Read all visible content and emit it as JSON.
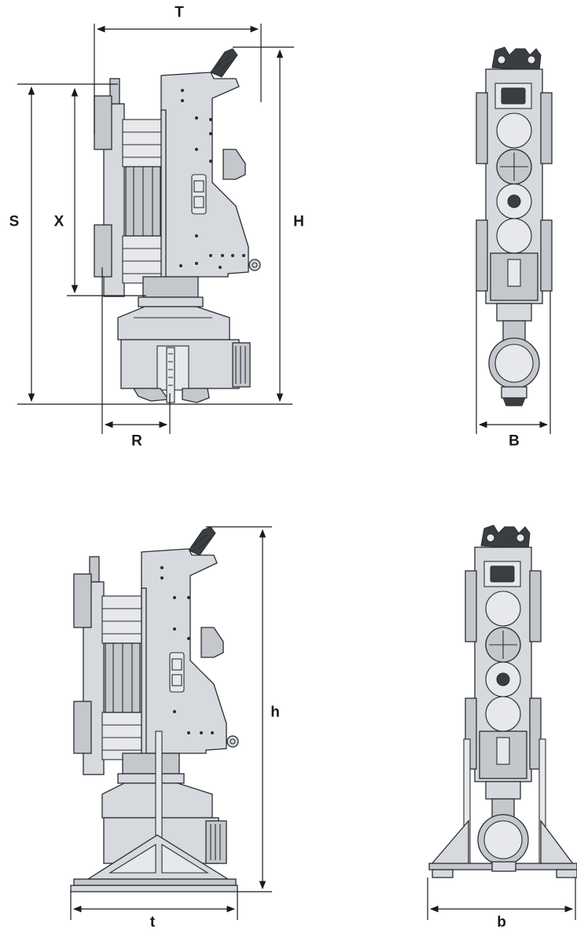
{
  "dimension_labels": {
    "T": "T",
    "S": "S",
    "X": "X",
    "H": "H",
    "R": "R",
    "B": "B",
    "h": "h",
    "t": "t",
    "b": "b"
  },
  "colors": {
    "metal": "#d6d9dd",
    "metal_dark": "#c4c8cd",
    "outline": "#2a2d31",
    "background": "#ffffff"
  }
}
